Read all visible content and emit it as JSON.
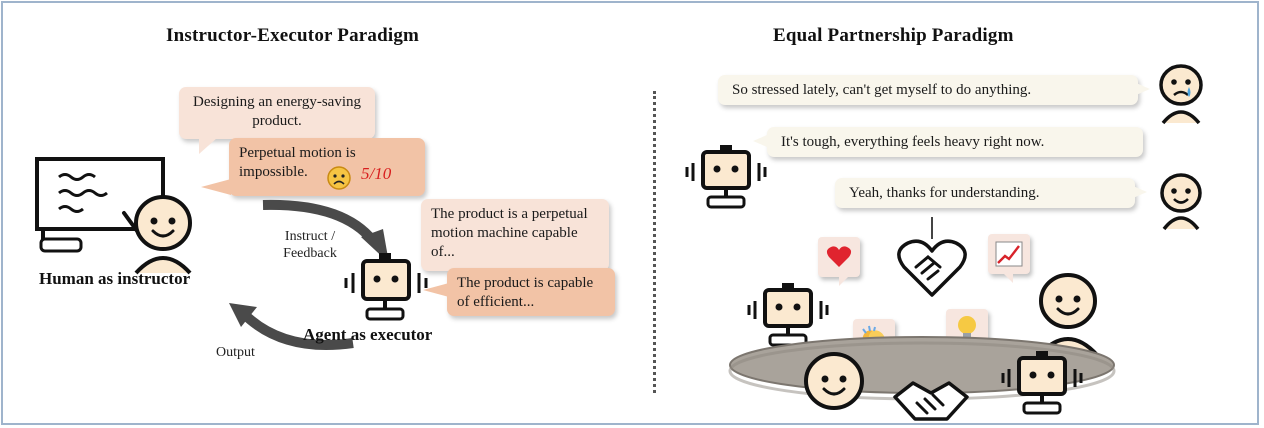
{
  "left": {
    "title": "Instructor-Executor Paradigm",
    "bubble1": "Designing an energy-saving product.",
    "bubble2": "Perpetual motion is impossible.",
    "score": "5/10",
    "arrow_top_label": "Instruct / Feedback",
    "arrow_bottom_label": "Output",
    "human_label": "Human as instructor",
    "agent_label": "Agent as executor",
    "bubble3": "The product is a perpetual motion machine capable of...",
    "bubble4": "The product is capable of efficient..."
  },
  "right": {
    "title": "Equal Partnership Paradigm",
    "msg1": "So stressed lately, can't get myself to do anything.",
    "msg2": "It's tough, everything feels heavy right now.",
    "msg3": "Yeah, thanks for understanding."
  },
  "colors": {
    "bubble_light": "#f8e3d8",
    "bubble_dark": "#f2c3a6",
    "bubble_cream": "#f9f6ec",
    "skin": "#fbe9d0",
    "table": "#a9a39b",
    "score_red": "#d81e1e"
  }
}
